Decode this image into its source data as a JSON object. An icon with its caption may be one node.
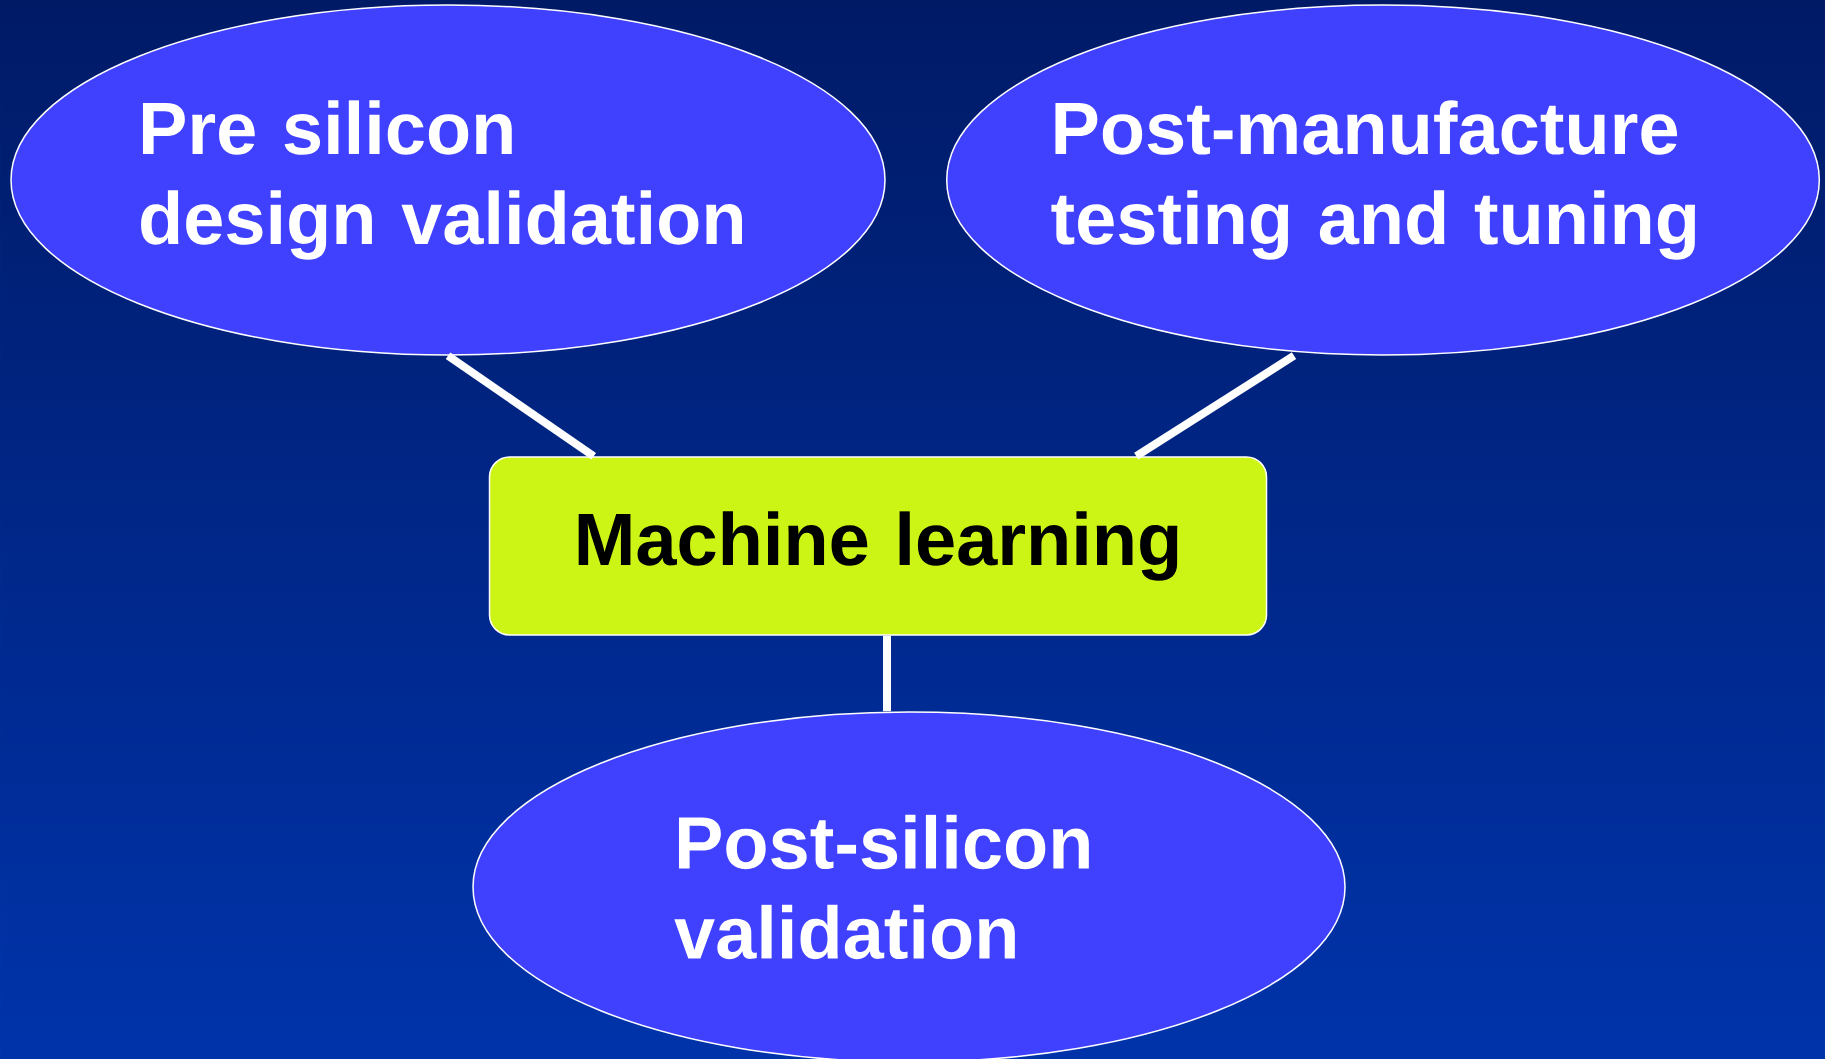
{
  "diagram": {
    "nodes": [
      {
        "text": [
          "Pre silicon design validation"
        ]
      },
      {
        "text": [
          "Post-manufacture testing and tuning"
        ]
      },
      {
        "text": [
          "Machine learning"
        ]
      },
      {
        "text": [
          "Post-silicon validation"
        ]
      }
    ],
    "edges": [
      {
        "from": 0,
        "to": 2,
        "arrow": "none"
      },
      {
        "from": 1,
        "to": 2,
        "arrow": "none"
      },
      {
        "from": 2,
        "to": 3,
        "arrow": "none"
      }
    ]
  }
}
